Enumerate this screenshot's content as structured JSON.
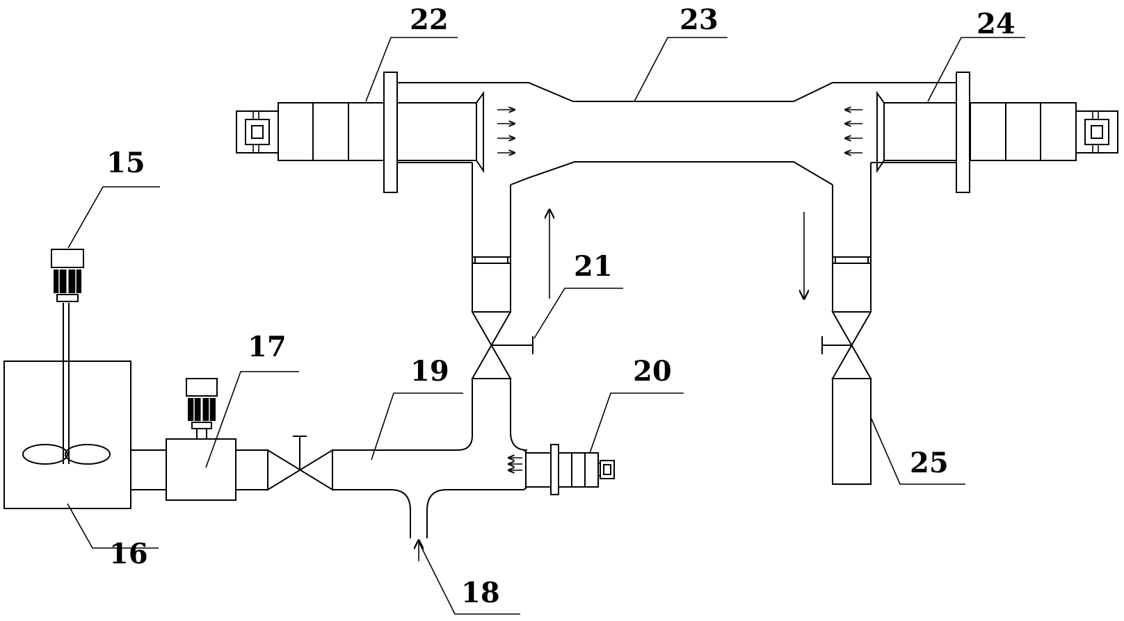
{
  "labels": {
    "l15": "15",
    "l16": "16",
    "l17": "17",
    "l18": "18",
    "l19": "19",
    "l20": "20",
    "l21": "21",
    "l22": "22",
    "l23": "23",
    "l24": "24",
    "l25": "25"
  },
  "colors": {
    "stroke": "#000000",
    "background": "#ffffff"
  },
  "flow_arrows": {
    "up": "↑",
    "down": "↓",
    "right": "→",
    "left": "←"
  }
}
